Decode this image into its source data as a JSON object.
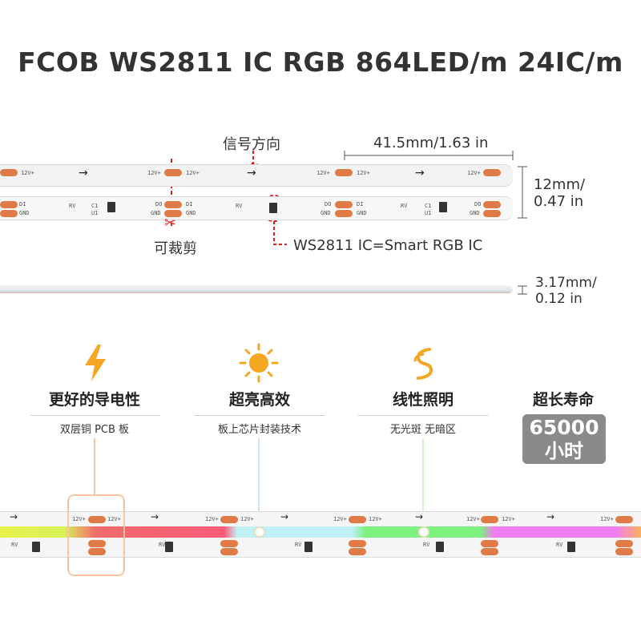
{
  "title": "FCOB WS2811 IC RGB 864LED/m 24IC/m",
  "annotations": {
    "signal_direction": "信号方向",
    "segment_length": "41.5mm/1.63 in",
    "width_line1": "12mm/",
    "width_line2": "0.47 in",
    "cuttable": "可裁剪",
    "ic_note": "WS2811 IC=Smart RGB IC",
    "thickness_line1": "3.17mm/",
    "thickness_line2": "0.12 in"
  },
  "pcb_labels": {
    "v12": "12V+",
    "di": "DI",
    "do": "DO",
    "gnd": "GND",
    "rv": "RV",
    "c1": "C1",
    "u1": "U1"
  },
  "features": [
    {
      "icon": "lightning-icon",
      "title": "更好的导电性",
      "subtitle": "双层铜 PCB 板"
    },
    {
      "icon": "sun-icon",
      "title": "超亮高效",
      "subtitle": "板上芯片封装技术"
    },
    {
      "icon": "wave-icon",
      "title": "线性照明",
      "subtitle": "无光斑 无暗区"
    },
    {
      "icon": "",
      "title": "超长寿命",
      "badge_line1": "65000",
      "badge_line2": "小时"
    }
  ],
  "colors": {
    "accent_red": "#e02020",
    "pad_orange": "#e07a46",
    "icon_orange": "#f5a623",
    "badge_gray": "#8a8a8a"
  }
}
